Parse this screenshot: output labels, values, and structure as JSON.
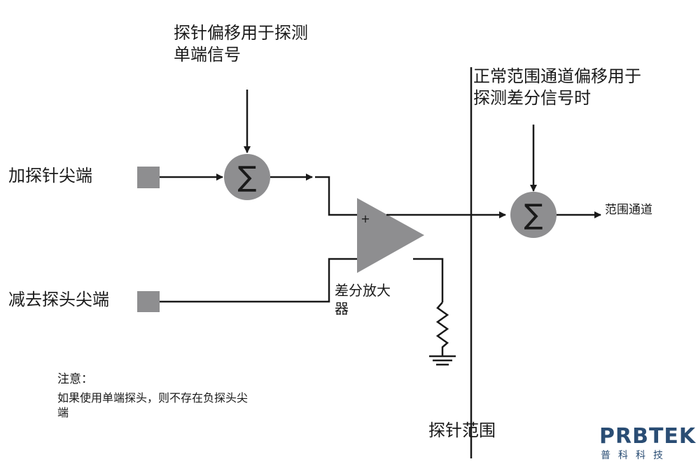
{
  "labels": {
    "probe_offset_single": "探针偏移用于探测\n单端信号",
    "range_offset_diff": "正常范围通道偏移用于\n探测差分信号时",
    "plus_tip": "加探针尖端",
    "minus_tip": "减去探头尖端",
    "range_channel": "范围通道",
    "diff_amp": "差分放大\n器",
    "probe_range": "探针范围",
    "plus_sign": "+",
    "sigma": "∑"
  },
  "note": {
    "title": "注意：",
    "body": "如果使用单端探头，则不存在负探头尖\n端"
  },
  "logo": {
    "main": "PRBTEK",
    "sub": "普科科技"
  },
  "colors": {
    "line": "#1a1a1a",
    "node_fill": "#8e8e90",
    "logo": "#2a4d74"
  }
}
